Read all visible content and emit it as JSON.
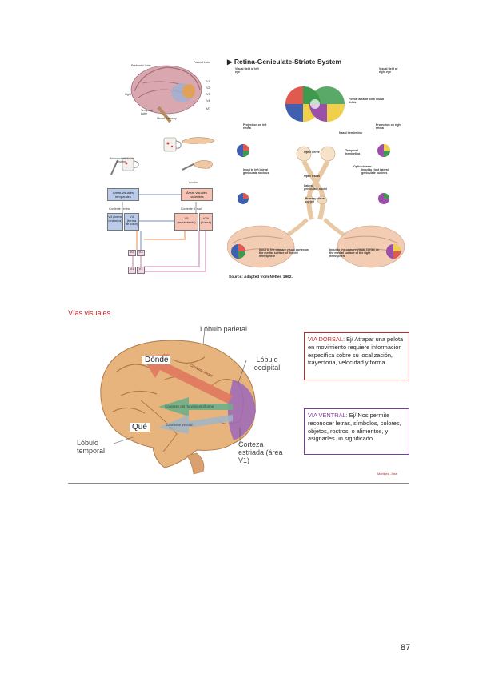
{
  "top_left": {
    "brain_labels": [
      "Prefrontal Lobe",
      "Parietal Lobe",
      "Light",
      "Temporal Lobe",
      "Visual Pathway",
      "V1",
      "V2",
      "V3",
      "V4",
      "MT"
    ],
    "reconocimiento": "Reconocimiento de objetos",
    "accion": "Acción",
    "areas_temporales": "Áreas visuales temporales",
    "areas_parietales": "Áreas visuales parietales",
    "corriente_ventral": "Corriente ventral",
    "corriente_dorsal": "Corriente dorsal",
    "v3": "V3 (forma dinámica)",
    "v4": "V4 (forma de color)",
    "v5": "V5 (movimiento)",
    "v3a": "V3A (forma)",
    "v2a": "V2",
    "v2b": "V3",
    "v1a": "V1",
    "v1b": "V1"
  },
  "top_right": {
    "title": "Retina-Geniculate-Striate System",
    "visual_field_left": "Visual field of left eye",
    "visual_field_right": "Visual field of right eye",
    "foveal": "Foveal area of both visual fields",
    "projection_left": "Projection on left retina",
    "projection_right": "Projection on right retina",
    "nasal": "Nasal hemiretina",
    "temporal": "Temporal hemiretina",
    "optic_nerve": "Optic nerve",
    "optic_chiasm": "Optic chiasm",
    "optic_tracts": "Optic tracts",
    "lgn": "Lateral geniculate nuclei",
    "primary_cortex": "Primary visual cortex",
    "input_left_lgn": "Input to left lateral geniculate nucleus",
    "input_right_lgn": "Input to right lateral geniculate nucleus",
    "input_left_cortex": "Input to the primary visual cortex on the medial surface of the left hemisphere",
    "input_right_cortex": "Input to the primary visual cortex on the medial surface of the right hemisphere",
    "source": "Source: Adapted from Netter, 1962."
  },
  "section_title": "Vías visuales",
  "brain2": {
    "lobulo_parietal": "Lóbulo parietal",
    "lobulo_occipital": "Lóbulo occipital",
    "lobulo_temporal": "Lóbulo temporal",
    "corteza": "Corteza estriada (área V1)",
    "donde": "Dónde",
    "que": "Qué",
    "corriente_dorsal": "Corriente dorsal",
    "corriente_movimiento": "Corriente del movimiento/forma",
    "corriente_ventral": "Corriente ventral"
  },
  "dorsal_box": {
    "label": "VIA DORSAL:",
    "text": " Ej/ Atrapar una pelota en movimiento requiere información específica sobre su localización, trayectoria, velocidad y forma"
  },
  "ventral_box": {
    "label": "VIA VENTRAL:",
    "text": " Ej/ Nos permite reconocer letras, símbolos, colores, objetos, rostros, o alimentos, y asignarles un significado"
  },
  "credit": "Martinez, Jose",
  "page_number": "87",
  "colors": {
    "red": "#c0292b",
    "purple": "#7a3b9e",
    "brain": "#e8b47e",
    "dorsal_arrow": "#e07a5f",
    "ventral_arrow": "#6fae8a"
  }
}
